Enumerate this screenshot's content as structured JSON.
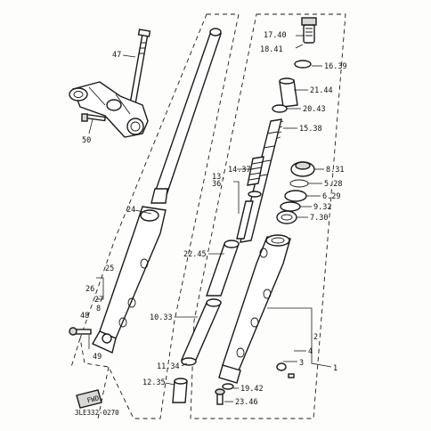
{
  "drawing_code": "3LE332-0270",
  "front_marking": "FWD",
  "callouts": [
    {
      "id": "c1",
      "text": "1"
    },
    {
      "id": "c2",
      "text": "2"
    },
    {
      "id": "c3",
      "text": "3"
    },
    {
      "id": "c4",
      "text": "4"
    },
    {
      "id": "c5",
      "text": "5.28"
    },
    {
      "id": "c6",
      "text": "6.29"
    },
    {
      "id": "c7",
      "text": "7.30"
    },
    {
      "id": "c8",
      "text": "8.31"
    },
    {
      "id": "c9",
      "text": "9.32"
    },
    {
      "id": "c10",
      "text": "10.33"
    },
    {
      "id": "c11",
      "text": "11.34"
    },
    {
      "id": "c12",
      "text": "12.35"
    },
    {
      "id": "c13",
      "text": "13."
    },
    {
      "id": "c14",
      "text": "14.37"
    },
    {
      "id": "c15",
      "text": "15.38"
    },
    {
      "id": "c16",
      "text": "16.39"
    },
    {
      "id": "c17",
      "text": "17.40"
    },
    {
      "id": "c18",
      "text": "18.41"
    },
    {
      "id": "c19",
      "text": "19.42"
    },
    {
      "id": "c20",
      "text": "20.43"
    },
    {
      "id": "c21",
      "text": "21.44"
    },
    {
      "id": "c22",
      "text": "22.45"
    },
    {
      "id": "c23",
      "text": "23.46"
    },
    {
      "id": "c24",
      "text": "24"
    },
    {
      "id": "c25",
      "text": "25"
    },
    {
      "id": "c26",
      "text": "26"
    },
    {
      "id": "c27",
      "text": "27"
    },
    {
      "id": "c36",
      "text": "36"
    },
    {
      "id": "c47",
      "text": "47"
    },
    {
      "id": "c48",
      "text": "48"
    },
    {
      "id": "c49",
      "text": "49"
    },
    {
      "id": "c50",
      "text": "50"
    },
    {
      "id": "c8b",
      "text": "8"
    }
  ]
}
